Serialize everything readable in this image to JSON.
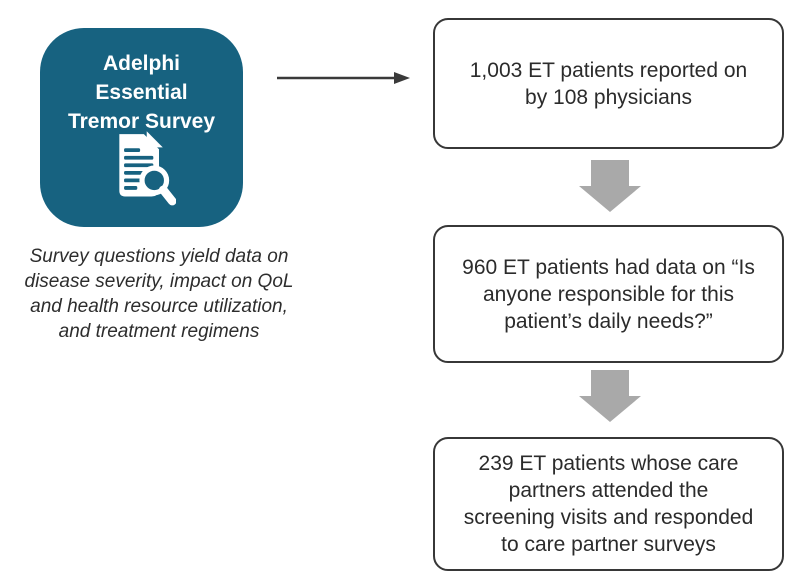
{
  "diagram": {
    "survey_card": {
      "title_lines": [
        "Adelphi",
        "Essential",
        "Tremor Survey"
      ],
      "icon": "document-search-icon",
      "background_color": "#176280"
    },
    "caption_lines": [
      "Survey questions yield data on",
      "disease severity, impact on QoL",
      "and health resource utilization,",
      "and treatment regimens"
    ],
    "flow_boxes": [
      {
        "lines": [
          "1,003 ET patients reported on",
          "by 108 physicians"
        ]
      },
      {
        "lines": [
          "960 ET patients had data on “Is",
          "anyone responsible for this",
          "patient’s daily needs?”"
        ]
      },
      {
        "lines": [
          "239 ET patients whose care",
          "partners attended the",
          "screening visits and responded",
          "to care partner surveys"
        ]
      }
    ],
    "colors": {
      "card_teal": "#176280",
      "arrow_gray": "#A9A9A9",
      "connector_line": "#3A3A3A",
      "box_border": "#373737",
      "text": "#2B2B2B",
      "background": "#FFFFFF"
    }
  }
}
